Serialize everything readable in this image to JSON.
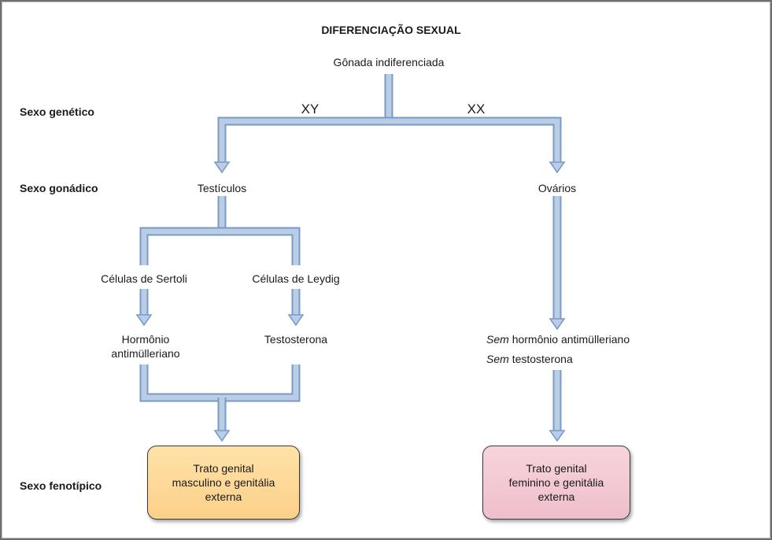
{
  "title": "DIFERENCIAÇÃO SEXUAL",
  "root": "Gônada indiferenciada",
  "rows": {
    "genetic": "Sexo genético",
    "gonadal": "Sexo gonádico",
    "phenotypic": "Sexo fenotípico"
  },
  "branches": {
    "male": "XY",
    "female": "XX"
  },
  "male": {
    "gonad": "Testículos",
    "sertoli": "Células de Sertoli",
    "leydig": "Células de Leydig",
    "amh_line1": "Hormônio",
    "amh_line2": "antimülleriano",
    "testosterone": "Testosterona",
    "outcome_line1": "Trato genital",
    "outcome_line2": "masculino e genitália",
    "outcome_line3": "externa"
  },
  "female": {
    "gonad": "Ovários",
    "no_word": "Sem",
    "no_amh": "hormônio antimülleriano",
    "no_testosterone": "testosterona",
    "outcome_line1": "Trato genital",
    "outcome_line2": "feminino e genitália",
    "outcome_line3": "externa"
  },
  "colors": {
    "arrow_fill": "#b9cde6",
    "arrow_stroke": "#7a9bc6",
    "male_box": "#fcd79a",
    "female_box": "#f2c6d1"
  }
}
